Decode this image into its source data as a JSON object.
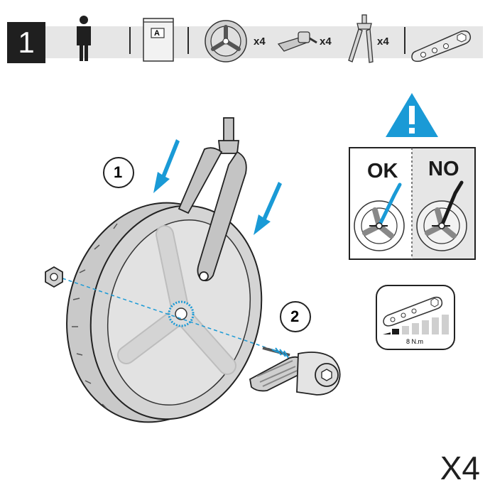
{
  "header": {
    "step_number": "1",
    "bag_label": "A",
    "wheel_qty": "x4",
    "pedal_qty": "x4",
    "fork_qty": "x4"
  },
  "callouts": {
    "first": "1",
    "second": "2"
  },
  "check_panel": {
    "ok_label": "OK",
    "no_label": "NO"
  },
  "wrench_panel": {
    "torque": "8 N.m"
  },
  "footer": {
    "repeat_count": "X4"
  },
  "colors": {
    "accent": "#1a9ad6",
    "part_gray": "#d2d2d2",
    "dark": "#1f1f1f"
  }
}
